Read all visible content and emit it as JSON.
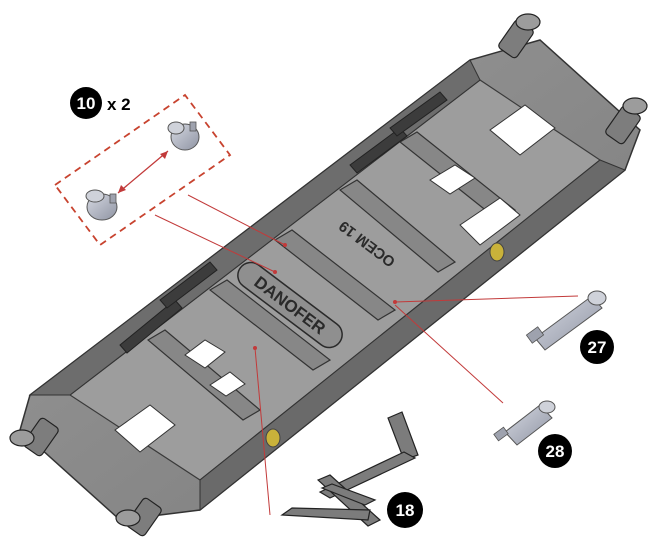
{
  "callouts": [
    {
      "id": "10",
      "number": "10",
      "quantity": "x 2"
    },
    {
      "id": "27",
      "number": "27"
    },
    {
      "id": "28",
      "number": "28"
    },
    {
      "id": "18",
      "number": "18"
    }
  ],
  "frame_text": {
    "danofer": "DANOFER",
    "ocem": "OCEM 19"
  },
  "colors": {
    "leader_line": "#c23a3a",
    "dashed_box": "#c8432f",
    "frame_fill": "#8a8a8a",
    "frame_dark": "#555555",
    "part_fill": "#b4b8c4",
    "brass": "#c9b23a"
  }
}
